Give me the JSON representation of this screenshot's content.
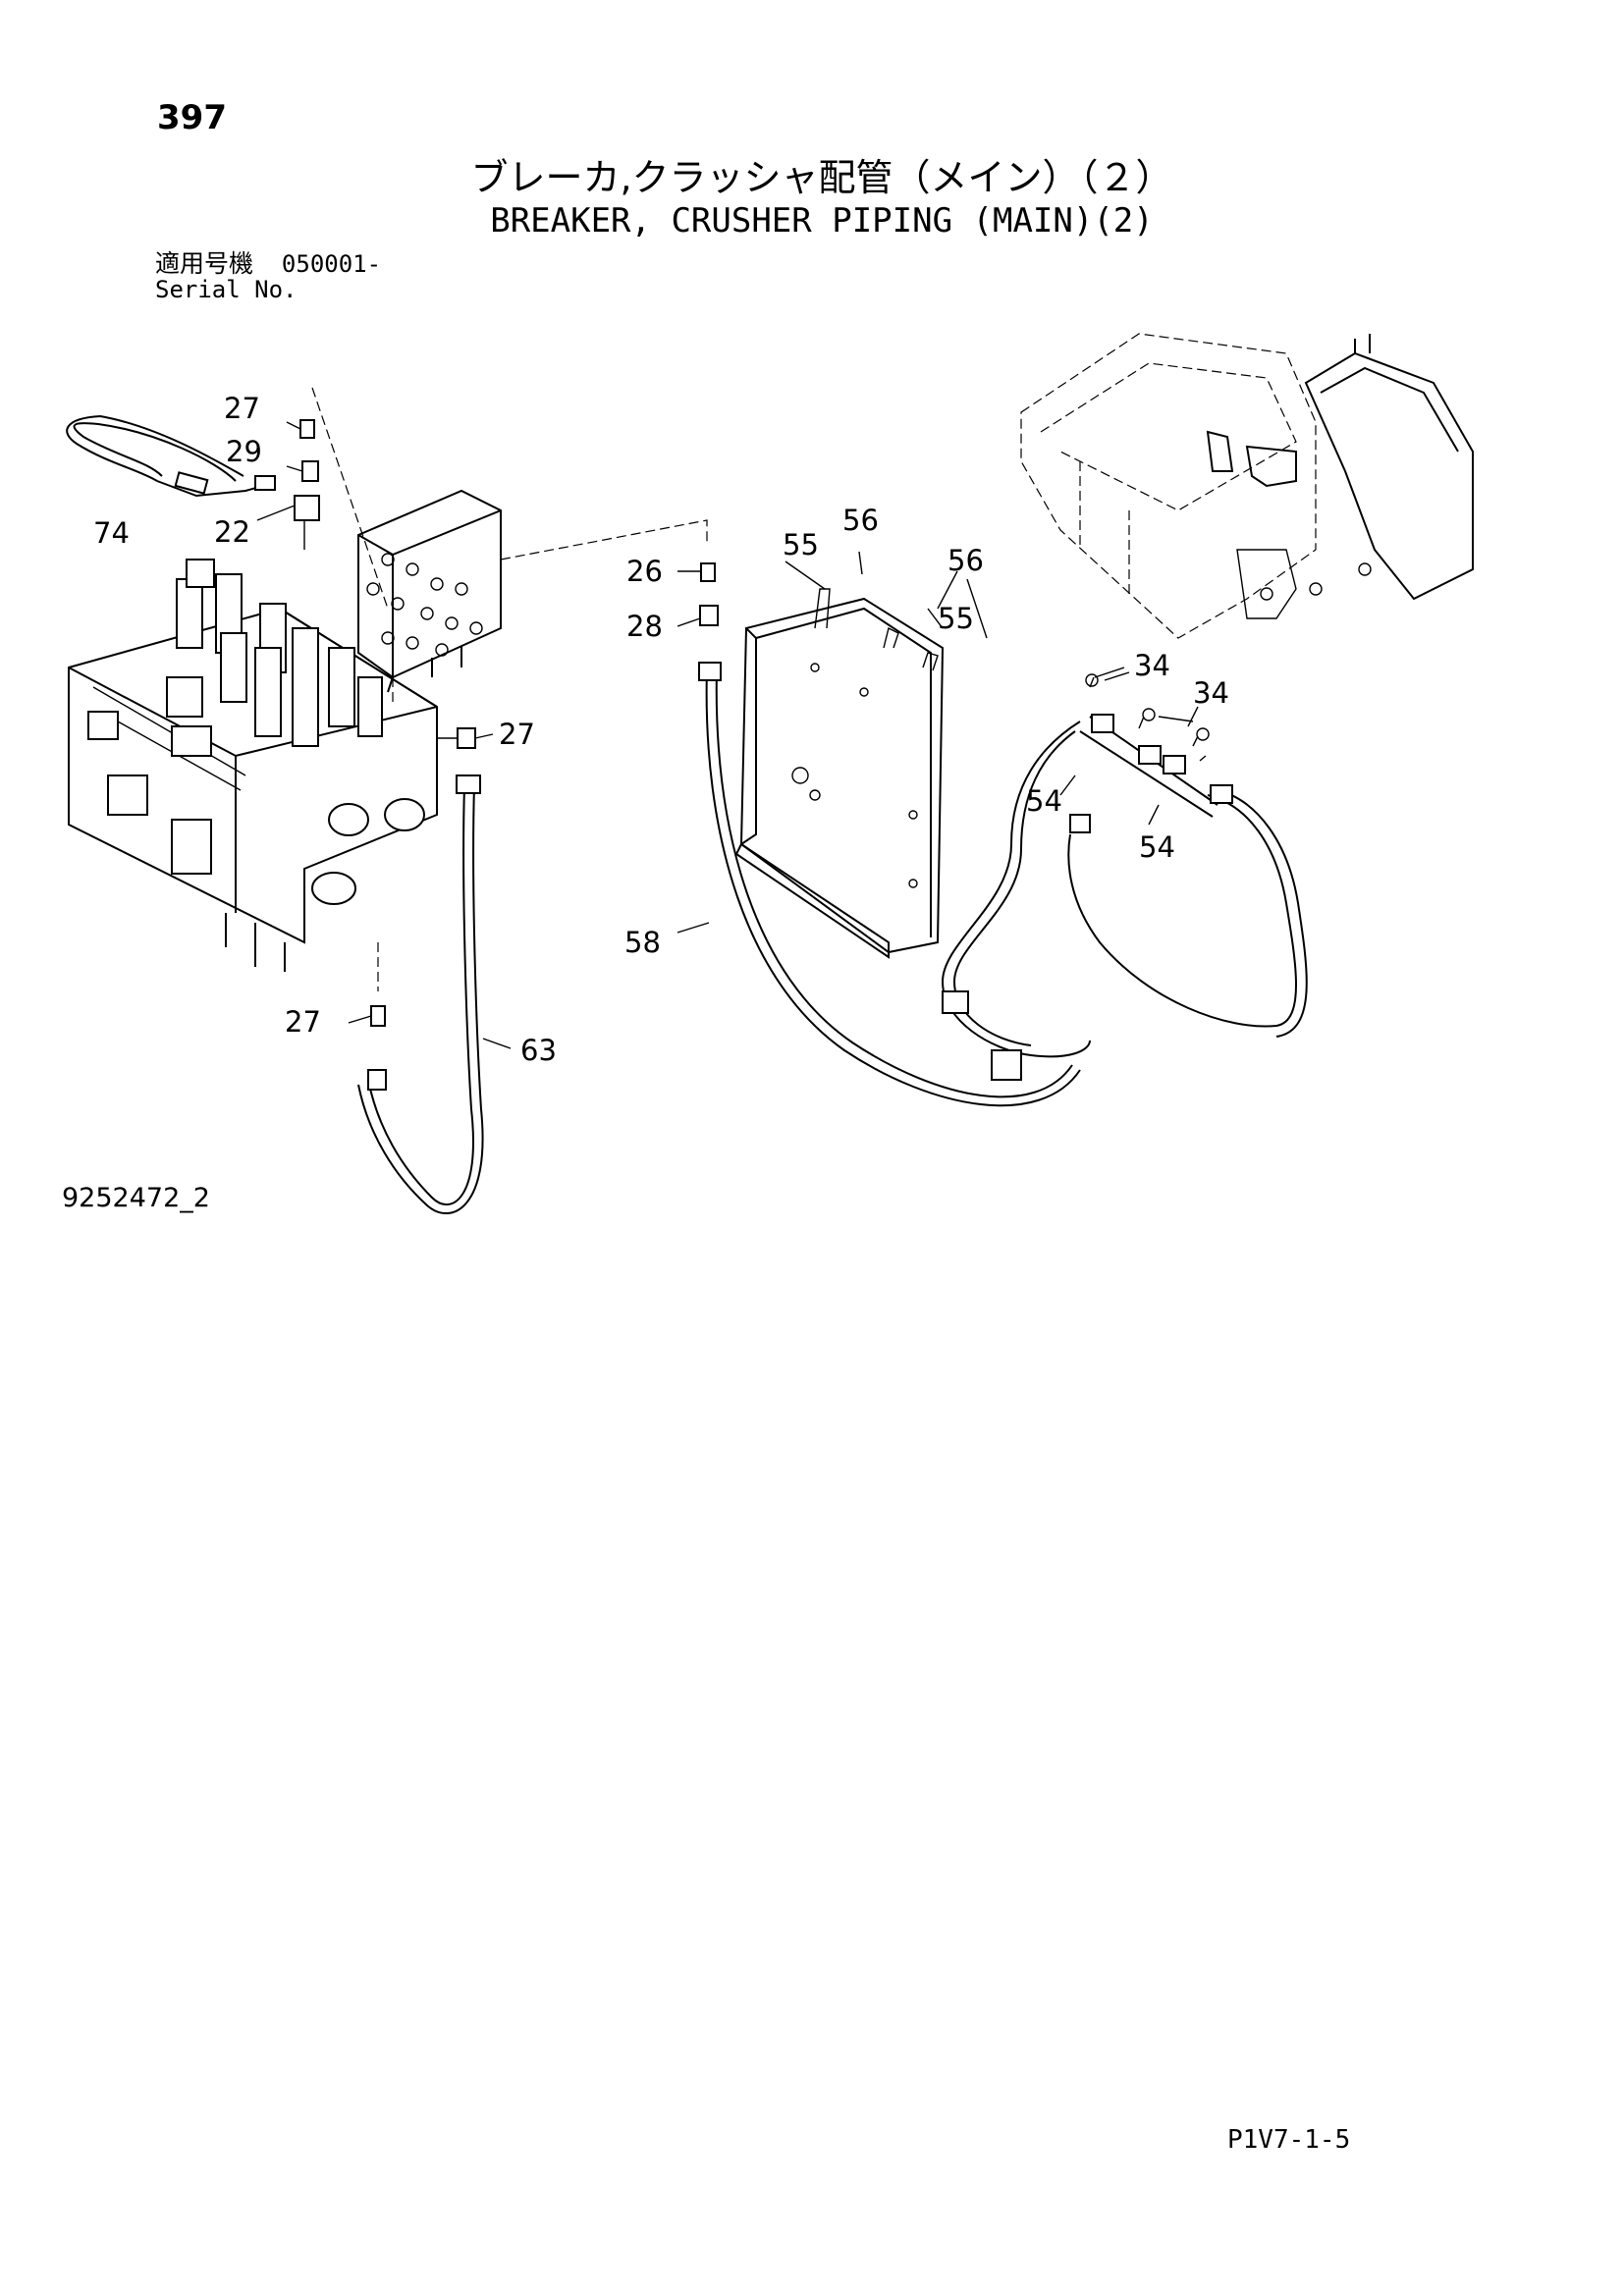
{
  "header": {
    "page_number": "397",
    "title_jp": "ブレーカ,クラッシャ配管（メイン）（２）",
    "title_en": "BREAKER, CRUSHER PIPING (MAIN)(2)",
    "serial_label_jp": "適用号機",
    "serial_value": "050001-",
    "serial_label_en": "Serial No."
  },
  "callouts": [
    "27",
    "29",
    "74",
    "22",
    "26",
    "28",
    "55",
    "56",
    "56",
    "55",
    "34",
    "34",
    "27",
    "54",
    "54",
    "58",
    "27",
    "63"
  ],
  "footer": {
    "drawing_number": "9252472_2",
    "page_code": "P1V7-1-5"
  }
}
